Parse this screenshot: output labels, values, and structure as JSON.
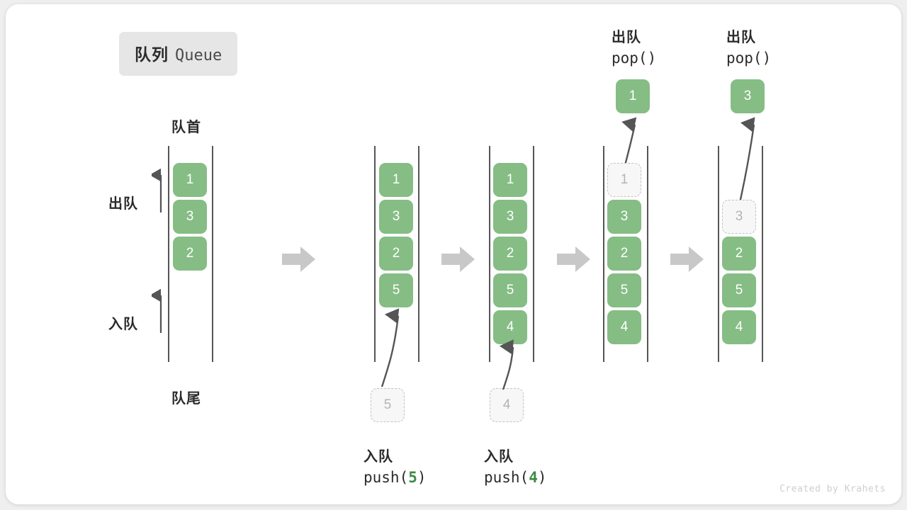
{
  "diagram": {
    "title_cn": "队列",
    "title_en": "Queue",
    "head_label": "队首",
    "tail_label": "队尾",
    "dequeue_label": "出队",
    "enqueue_label": "入队",
    "footer": "Created by Krahets",
    "colors": {
      "cell_green": "#85bd85",
      "ghost_fill": "#f7f7f7",
      "ghost_border": "#c2c2c2",
      "rail": "#555555",
      "flow_arrow": "#c8c8c8",
      "accent_text": "#3e8a45",
      "card": "#ffffff",
      "page": "#efefef"
    },
    "columns": [
      {
        "id": "initial",
        "cells": [
          "1",
          "3",
          "2"
        ],
        "caption_cn": "",
        "caption_code": ""
      },
      {
        "id": "push-5",
        "cells": [
          "1",
          "3",
          "2",
          "5"
        ],
        "ghost_in": "5",
        "caption_cn": "入队",
        "caption_code_pre": "push(",
        "caption_code_arg": "5",
        "caption_code_post": ")"
      },
      {
        "id": "push-4",
        "cells": [
          "1",
          "3",
          "2",
          "5",
          "4"
        ],
        "ghost_in": "4",
        "caption_cn": "入队",
        "caption_code_pre": "push(",
        "caption_code_arg": "4",
        "caption_code_post": ")"
      },
      {
        "id": "pop-1",
        "cells": [
          "3",
          "2",
          "5",
          "4"
        ],
        "ghost_out": "1",
        "popped": "1",
        "top_cn": "出队",
        "top_code": "pop()"
      },
      {
        "id": "pop-3",
        "cells": [
          "2",
          "5",
          "4"
        ],
        "ghost_out": "3",
        "popped": "3",
        "top_cn": "出队",
        "top_code": "pop()"
      }
    ]
  }
}
